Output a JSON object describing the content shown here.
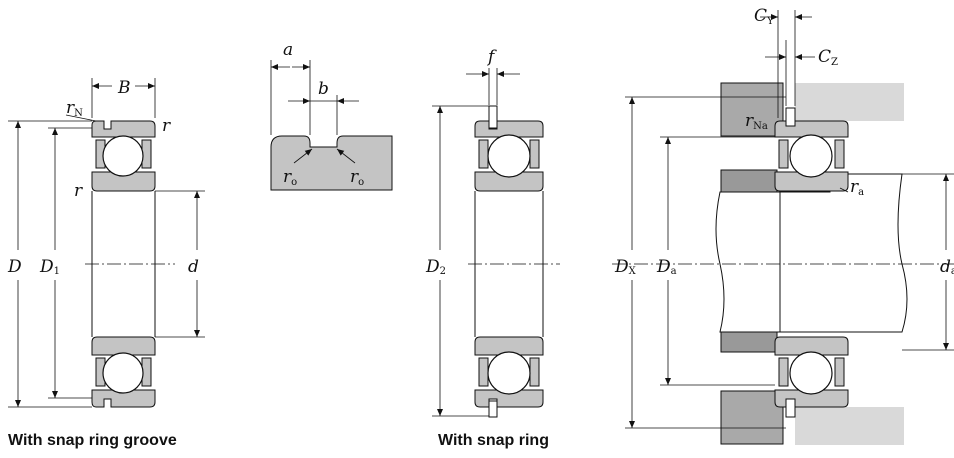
{
  "captions": {
    "left": "With snap ring groove",
    "middle": "With snap ring"
  },
  "dims": {
    "B": "B",
    "rN": "r",
    "rN_sub": "N",
    "r": "r",
    "D": "D",
    "D1": "D",
    "D1_sub": "1",
    "d": "d",
    "a": "a",
    "b": "b",
    "ro": "r",
    "ro_sub": "o",
    "f": "f",
    "D2": "D",
    "D2_sub": "2",
    "CY": "C",
    "CY_sub": "Y",
    "CZ": "C",
    "CZ_sub": "Z",
    "rNa": "r",
    "rNa_sub": "Na",
    "ra": "r",
    "ra_sub": "a",
    "DX": "D",
    "DX_sub": "X",
    "Da": "D",
    "Da_sub": "a",
    "ds": "d",
    "ds_sub": "a"
  },
  "colors": {
    "ring": "#c4c4c4",
    "housing": "#a9a9a9",
    "housing_light": "#d9d9d9"
  }
}
